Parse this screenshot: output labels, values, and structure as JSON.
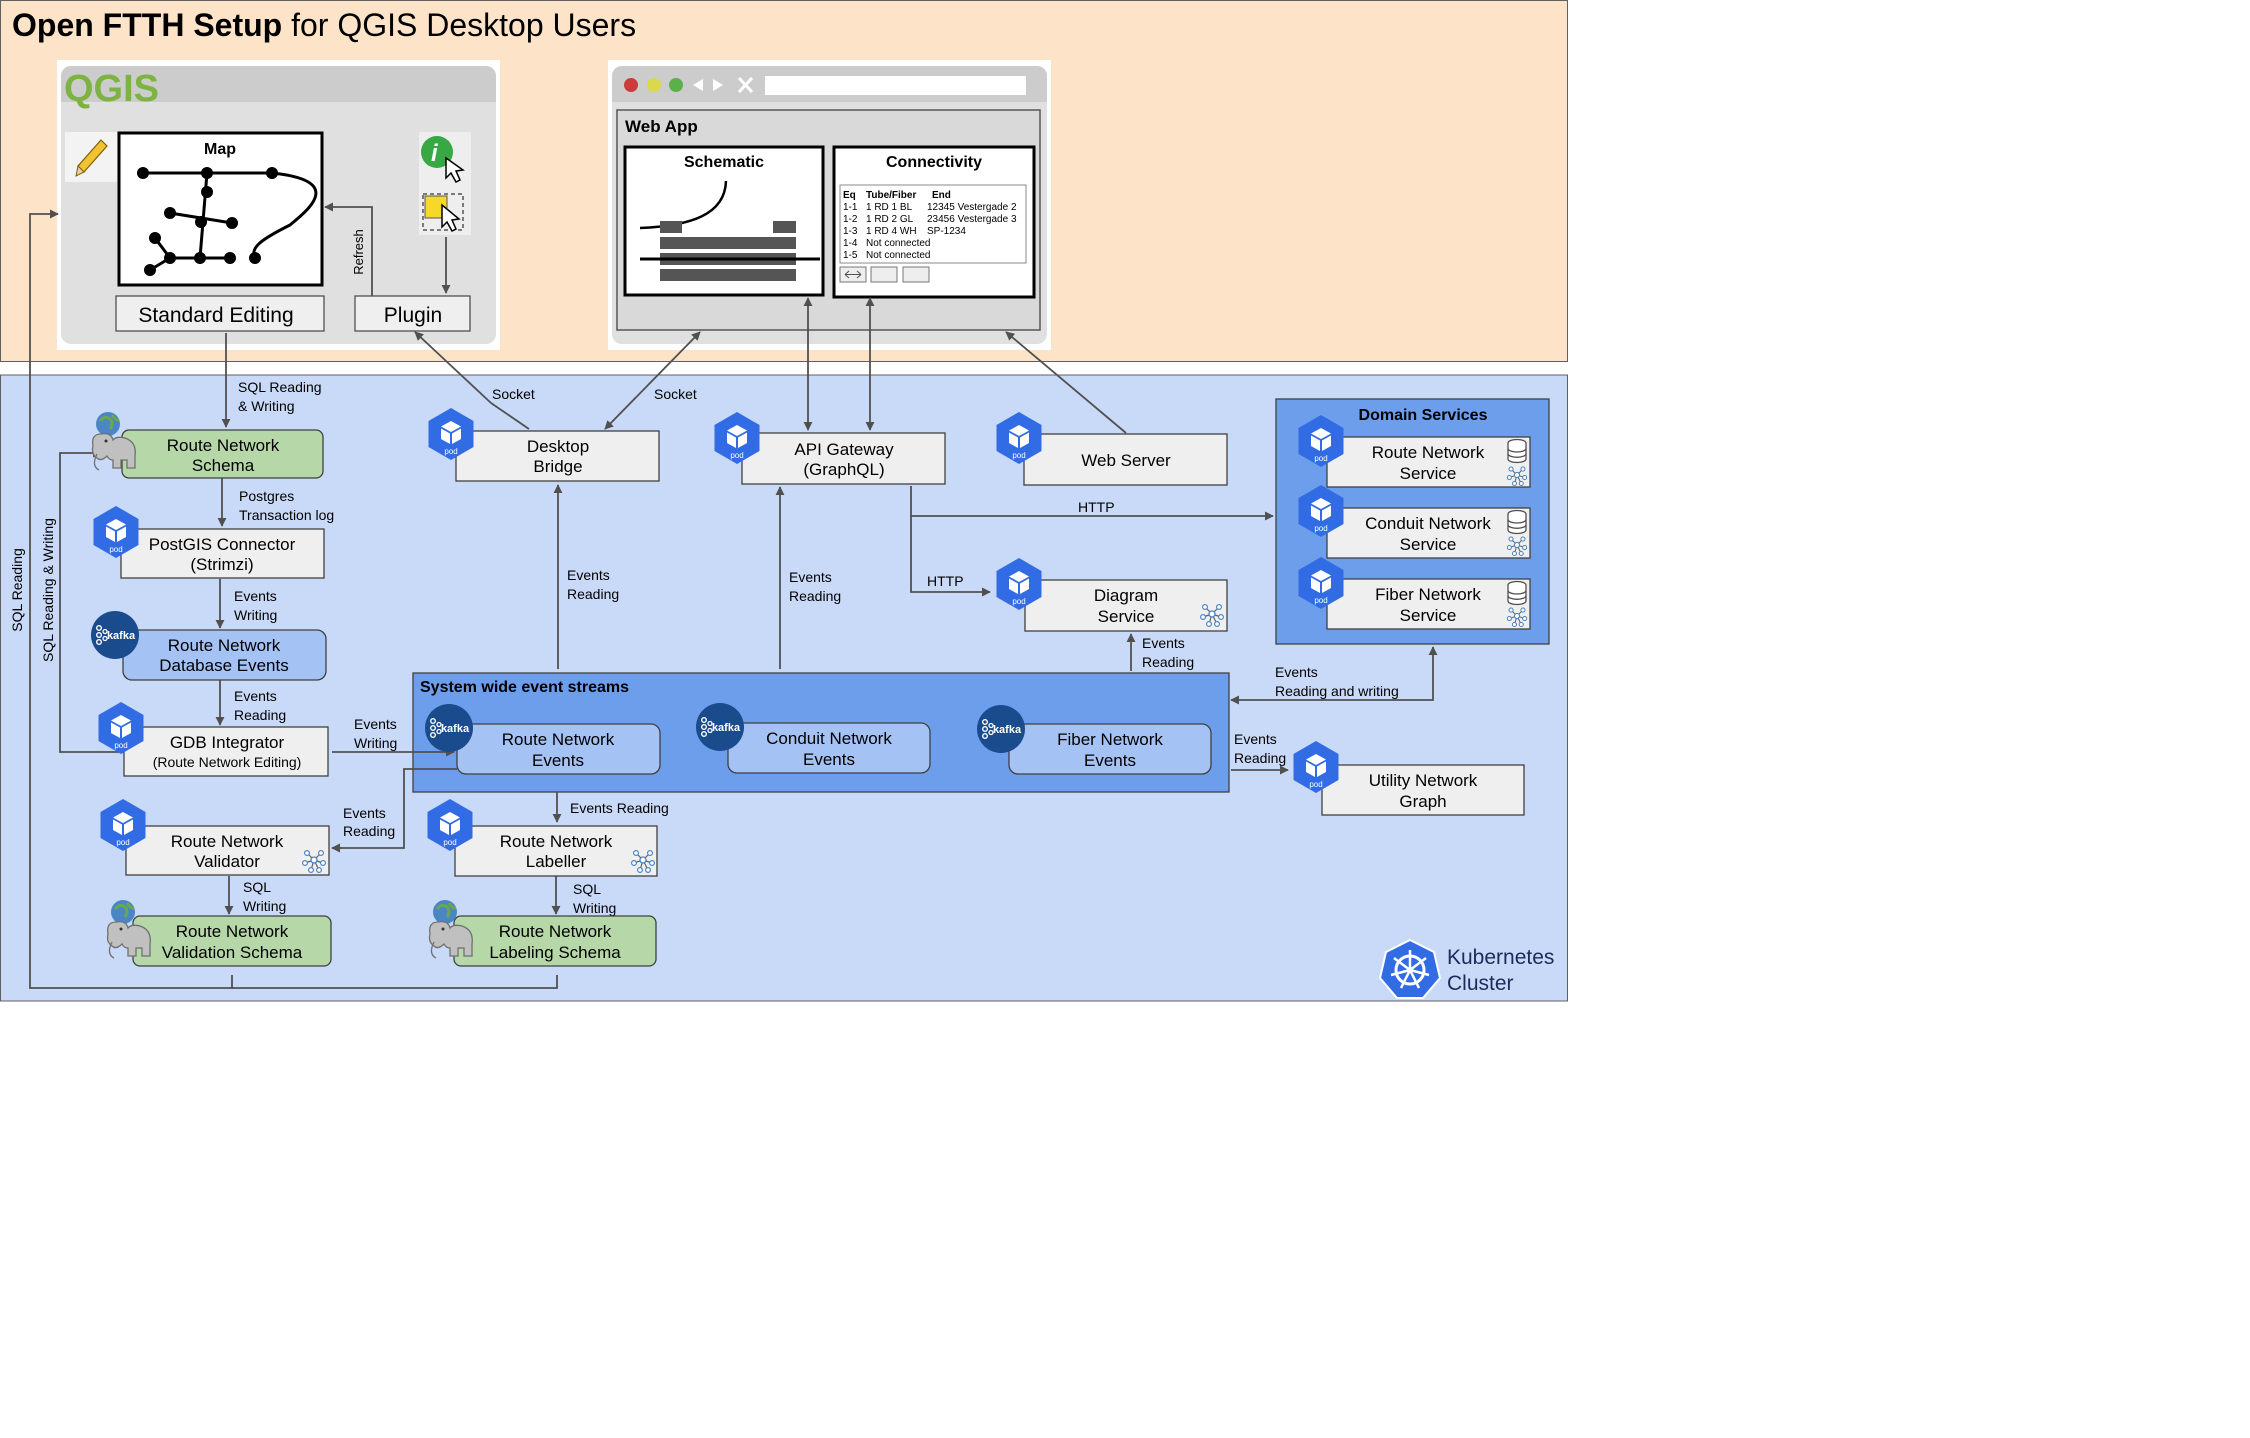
{
  "title": {
    "bold": "Open FTTH Setup",
    "rest": " for QGIS Desktop Users"
  },
  "qgis": {
    "logo": "QGIS",
    "map_title": "Map",
    "standard_editing": "Standard Editing",
    "plugin": "Plugin",
    "refresh": "Refresh"
  },
  "webapp": {
    "title": "Web App",
    "schematic": "Schematic",
    "connectivity": "Connectivity",
    "table_headers": [
      "Eq",
      "Tube/Fiber",
      "End"
    ],
    "rows": [
      [
        "1-1",
        "1 RD 1 BL",
        "12345 Vestergade 2"
      ],
      [
        "1-2",
        "1 RD 2 GL",
        "23456 Vestergade 3"
      ],
      [
        "1-3",
        "1 RD 4 WH",
        "SP-1234"
      ],
      [
        "1-4",
        "Not connected",
        ""
      ],
      [
        "1-5",
        "Not connected",
        ""
      ]
    ]
  },
  "badges": {
    "pod": "pod",
    "kafka": "kafka"
  },
  "nodes": {
    "rn_schema": [
      "Route Network",
      "Schema"
    ],
    "postgis_connector": [
      "PostGIS Connector",
      "(Strimzi)"
    ],
    "rn_db_events": [
      "Route Network",
      "Database Events"
    ],
    "gdb_integrator": [
      "GDB Integrator",
      "(Route Network Editing)"
    ],
    "rn_validator": [
      "Route Network",
      "Validator"
    ],
    "rn_validation_schema": [
      "Route Network",
      "Validation Schema"
    ],
    "desktop_bridge": [
      "Desktop",
      "Bridge"
    ],
    "api_gateway": [
      "API Gateway",
      "(GraphQL)"
    ],
    "web_server": [
      "Web Server"
    ],
    "diagram_service": [
      "Diagram",
      "Service"
    ],
    "rn_labeller": [
      "Route Network",
      "Labeller"
    ],
    "rn_labeling_schema": [
      "Route Network",
      "Labeling Schema"
    ],
    "rn_events": [
      "Route Network",
      "Events"
    ],
    "conduit_events": [
      "Conduit Network",
      "Events"
    ],
    "fiber_events": [
      "Fiber Network",
      "Events"
    ],
    "utility_graph": [
      "Utility Network",
      "Graph"
    ],
    "rn_service": [
      "Route Network",
      "Service"
    ],
    "conduit_service": [
      "Conduit Network",
      "Service"
    ],
    "fiber_service": [
      "Fiber Network",
      "Service"
    ]
  },
  "groups": {
    "domain_services": "Domain Services",
    "event_streams": "System wide event streams",
    "kubernetes": [
      "Kubernetes",
      "Cluster"
    ]
  },
  "edge_labels": {
    "sql_rw_top": [
      "SQL Reading",
      "& Writing"
    ],
    "socket_left": "Socket",
    "socket_right": "Socket",
    "pg_txlog": [
      "Postgres",
      "Transaction log"
    ],
    "events_writing_1": [
      "Events",
      "Writing"
    ],
    "events_reading_gdb": [
      "Events",
      "Reading"
    ],
    "events_writing_gdb": [
      "Events",
      "Writing"
    ],
    "events_reading_bridge": [
      "Events",
      "Reading"
    ],
    "events_reading_api": [
      "Events",
      "Reading"
    ],
    "http_domain": "HTTP",
    "http_diagram": "HTTP",
    "events_reading_diagram": [
      "Events",
      "Reading"
    ],
    "events_rw_domain": [
      "Events",
      "Reading and writing"
    ],
    "events_reading_utility": [
      "Events",
      "Reading"
    ],
    "events_reading_labeller": "Events Reading",
    "events_reading_validator": [
      "Events",
      "Reading"
    ],
    "sql_writing_validator": [
      "SQL",
      "Writing"
    ],
    "sql_writing_labeller": [
      "SQL",
      "Writing"
    ],
    "sql_rw_vertical": "SQL Reading & Writing",
    "sql_reading_vertical": "SQL Reading"
  },
  "colors": {
    "top_bg": "#fde3c8",
    "cluster_bg": "#c9daf8",
    "domain_bg": "#6d9eeb",
    "green_node": "#b6d7a8",
    "blue_node": "#a4c2f4",
    "gray_node": "#efefef",
    "k8s_blue": "#326ce5",
    "kafka_blue": "#1a4b8c"
  }
}
